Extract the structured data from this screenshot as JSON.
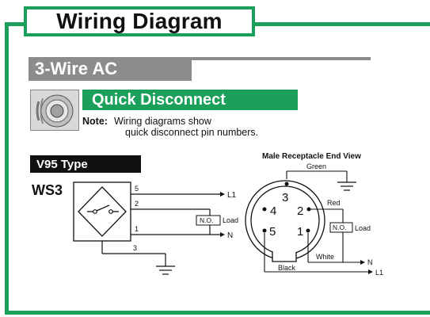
{
  "title": "Wiring Diagram",
  "section": "3-Wire AC",
  "subsection": "Quick Disconnect",
  "note": {
    "label": "Note:",
    "line1": "Wiring diagrams show",
    "line2": "quick disconnect pin numbers."
  },
  "sensor_type": "V95 Type",
  "sensor_model": "WS3",
  "left_diagram": {
    "pins": [
      "5",
      "2",
      "1",
      "3"
    ],
    "l1": "L1",
    "n": "N",
    "load_box": "N.O.",
    "load": "Load"
  },
  "receptacle": {
    "title": "Male Receptacle End View",
    "green": "Green",
    "red": "Red",
    "white": "White",
    "black": "Black",
    "pins": [
      "3",
      "4",
      "2",
      "5",
      "1"
    ],
    "load_box": "N.O.",
    "load": "Load",
    "n": "N",
    "l1": "L1"
  },
  "colors": {
    "frame_green": "#1aa05a",
    "section_gray": "#8c8c8c"
  }
}
